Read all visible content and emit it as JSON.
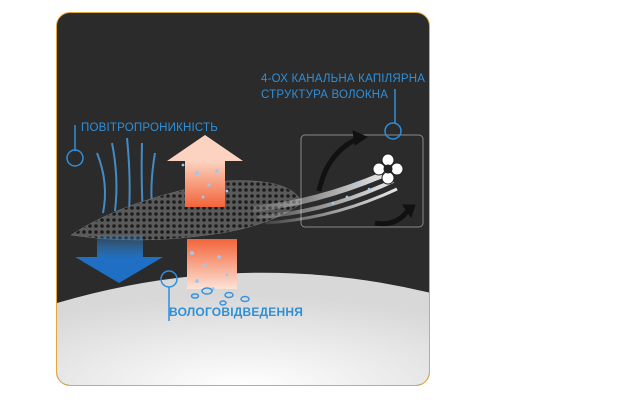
{
  "labels": {
    "breathability": "ПОВІТРОПРОНИКНІСТЬ",
    "capillary_line1": "4-ОХ КАНАЛЬНА КАПІЛЯРНА",
    "capillary_line2": "СТРУКТУРА ВОЛОКНА",
    "moisture": "ВОЛОГОВІДВЕДЕННЯ"
  },
  "colors": {
    "background": "#2b2b2b",
    "frame": "#e2a93a",
    "label": "#2f8fd8",
    "air_arrow": "#1f6fc4",
    "heat_arrow": "#f2643a",
    "floor": "#f2f2f2"
  },
  "icons": {
    "air_flow": "air-flow-arrow",
    "heat_flow": "heat-flow-arrow",
    "fiber": "four-channel-fiber-icon",
    "callout": "callout-circle"
  }
}
